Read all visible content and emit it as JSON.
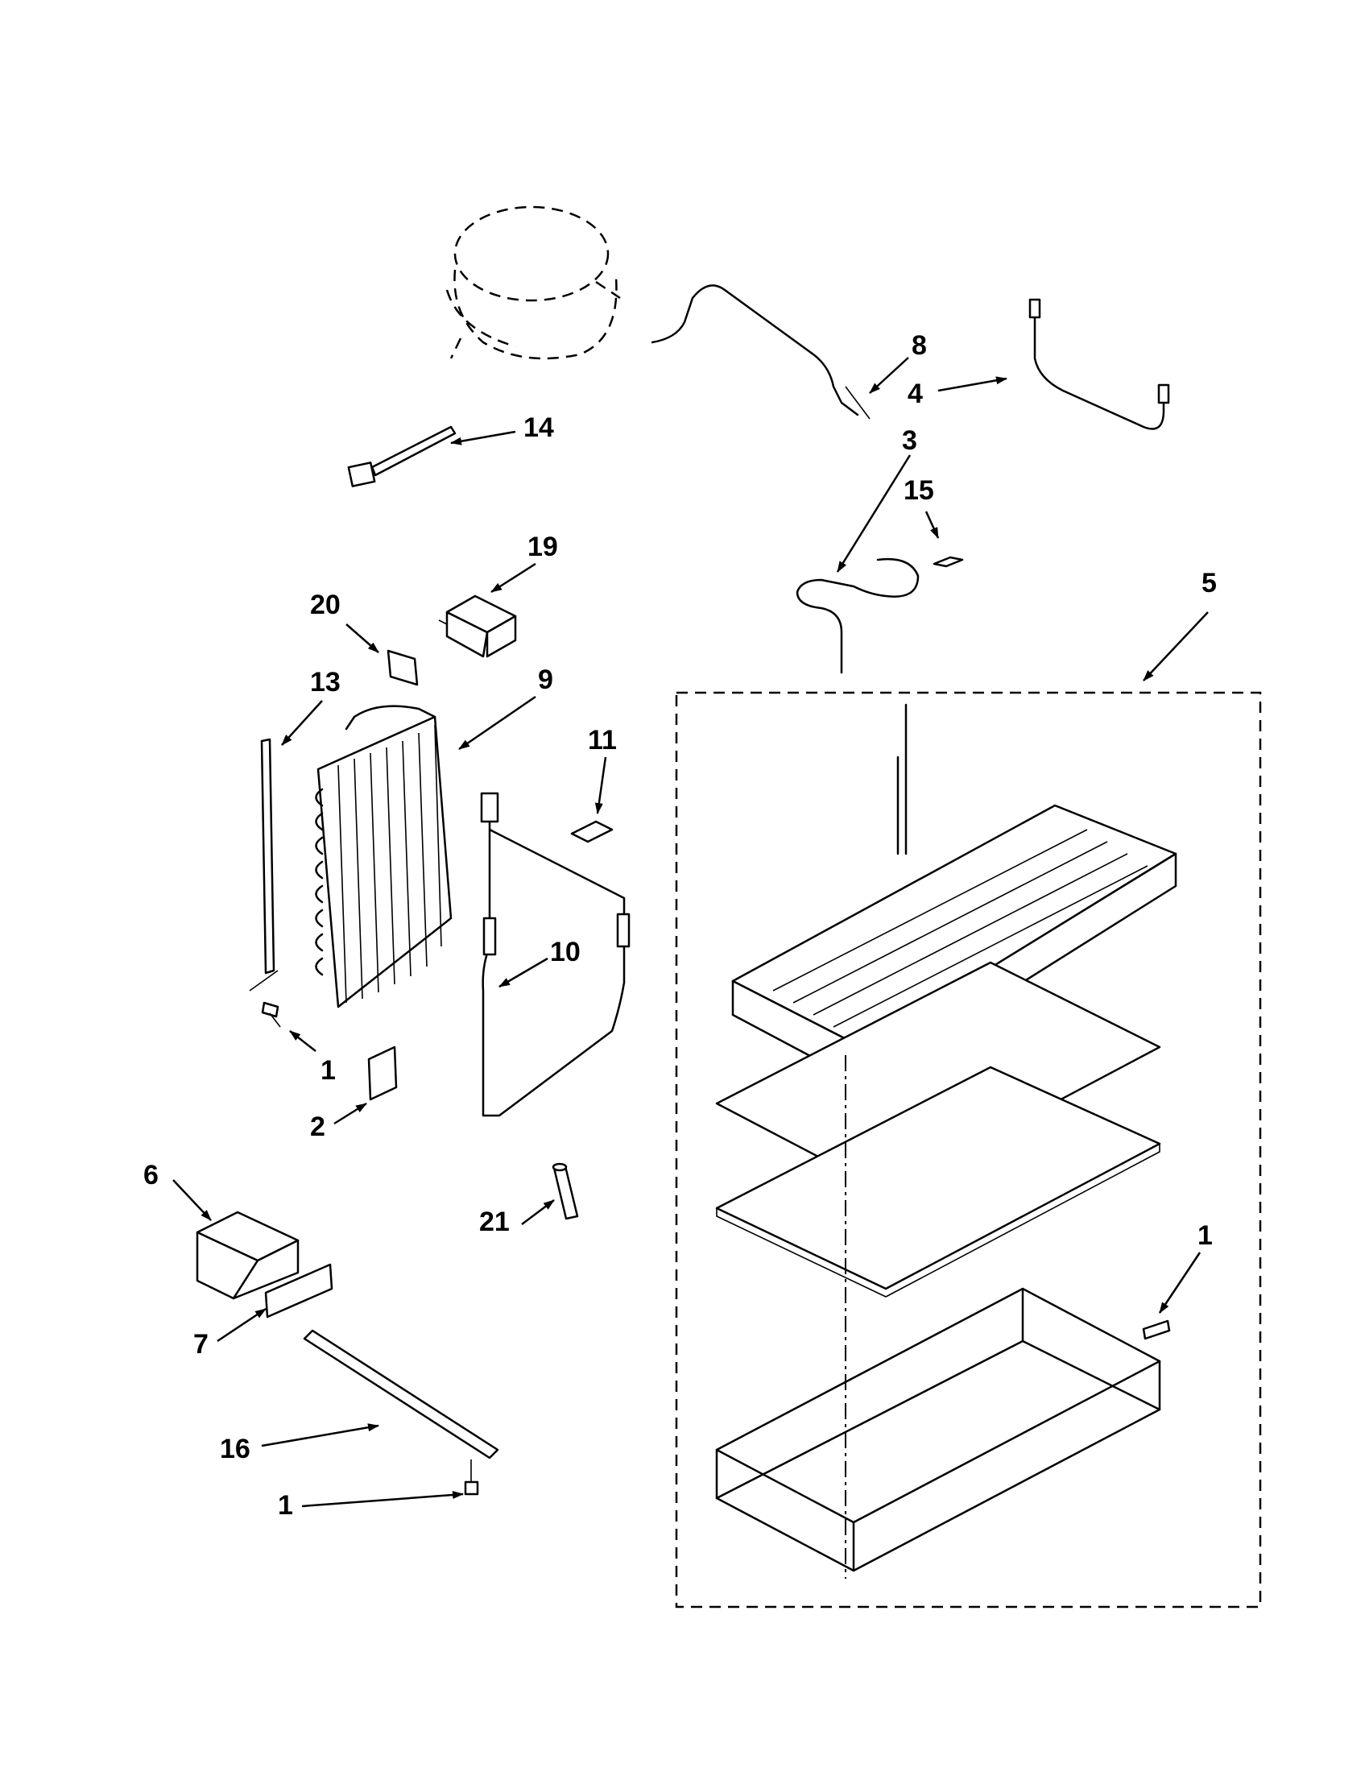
{
  "callouts": [
    {
      "id": "c8",
      "text": "8"
    },
    {
      "id": "c4",
      "text": "4"
    },
    {
      "id": "c3",
      "text": "3"
    },
    {
      "id": "c15",
      "text": "15"
    },
    {
      "id": "c14",
      "text": "14"
    },
    {
      "id": "c19",
      "text": "19"
    },
    {
      "id": "c20",
      "text": "20"
    },
    {
      "id": "c13",
      "text": "13"
    },
    {
      "id": "c9",
      "text": "9"
    },
    {
      "id": "c11",
      "text": "11"
    },
    {
      "id": "c5",
      "text": "5"
    },
    {
      "id": "c10",
      "text": "10"
    },
    {
      "id": "c1a",
      "text": "1"
    },
    {
      "id": "c2",
      "text": "2"
    },
    {
      "id": "c6",
      "text": "6"
    },
    {
      "id": "c21",
      "text": "21"
    },
    {
      "id": "c7",
      "text": "7"
    },
    {
      "id": "c16",
      "text": "16"
    },
    {
      "id": "c1b",
      "text": "1"
    },
    {
      "id": "c1c",
      "text": "1"
    }
  ]
}
